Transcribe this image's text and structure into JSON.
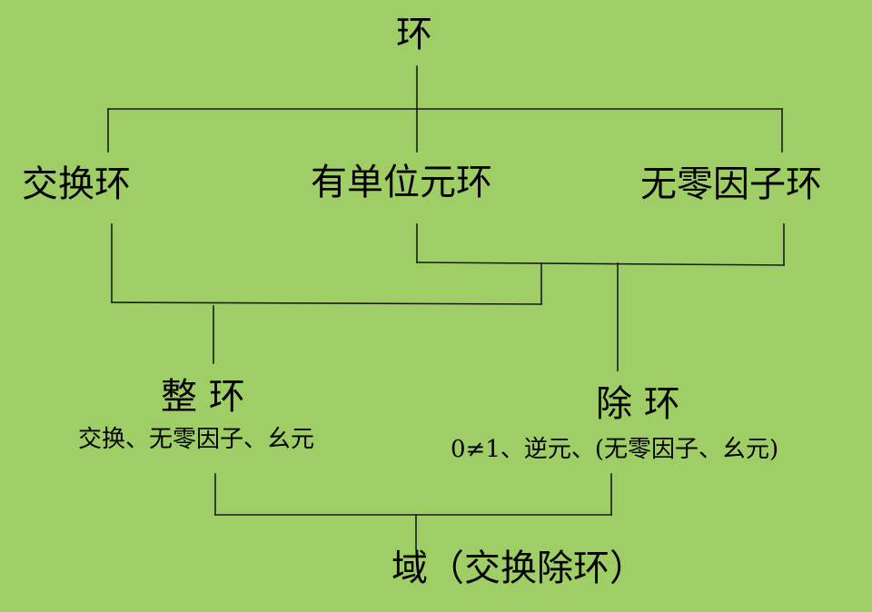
{
  "diagram": {
    "root": "环",
    "level1": {
      "left": "交换环",
      "middle": "有单位元环",
      "right": "无零因子环"
    },
    "integral_ring": {
      "title": "整 环",
      "note": "交换、无零因子、幺元"
    },
    "division_ring": {
      "title": "除 环",
      "note": "0≠1、逆元、(无零因子、幺元)"
    },
    "field": "域（交换除环）"
  }
}
